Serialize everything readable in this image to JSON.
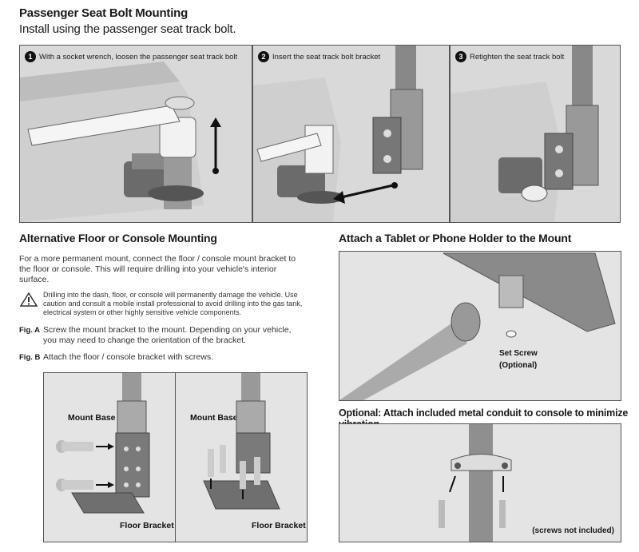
{
  "header": {
    "title": "Passenger Seat Bolt Mounting",
    "subtitle": "Install using the passenger seat track bolt."
  },
  "steps": [
    {
      "num": "1",
      "text": "With a socket wrench, loosen the passenger seat track bolt"
    },
    {
      "num": "2",
      "text": "Insert the seat track bolt bracket"
    },
    {
      "num": "3",
      "text": "Retighten the seat track bolt"
    }
  ],
  "alt_section": {
    "title": "Alternative Floor or Console Mounting",
    "intro": "For a more permanent mount, connect the floor / console mount bracket to the floor or console. This will require drilling into your vehicle's interior surface.",
    "warning": "Drilling into the dash, floor, or console will permanently damage the vehicle. Use caution and consult a mobile install professional to avoid drilling into the gas tank, electrical system or other highly sensitive vehicle components.",
    "fig_a_label": "Fig. A",
    "fig_a_text": "Screw the mount bracket to the mount. Depending on your vehicle, you may need to change the orientation of the bracket.",
    "fig_b_label": "Fig. B",
    "fig_b_text": "Attach the floor / console bracket with screws.",
    "left_fig": {
      "top_label": "Mount Base",
      "bottom_label": "Floor Bracket"
    },
    "right_fig": {
      "top_label": "Mount Base",
      "bottom_label": "Floor Bracket"
    }
  },
  "tablet_section": {
    "title": "Attach a Tablet or Phone Holder to the Mount",
    "set_screw_line1": "Set Screw",
    "set_screw_line2": "(Optional)"
  },
  "conduit_section": {
    "title": "Optional: Attach included metal conduit to console to minimize vibration.",
    "note": "(screws not included)"
  }
}
